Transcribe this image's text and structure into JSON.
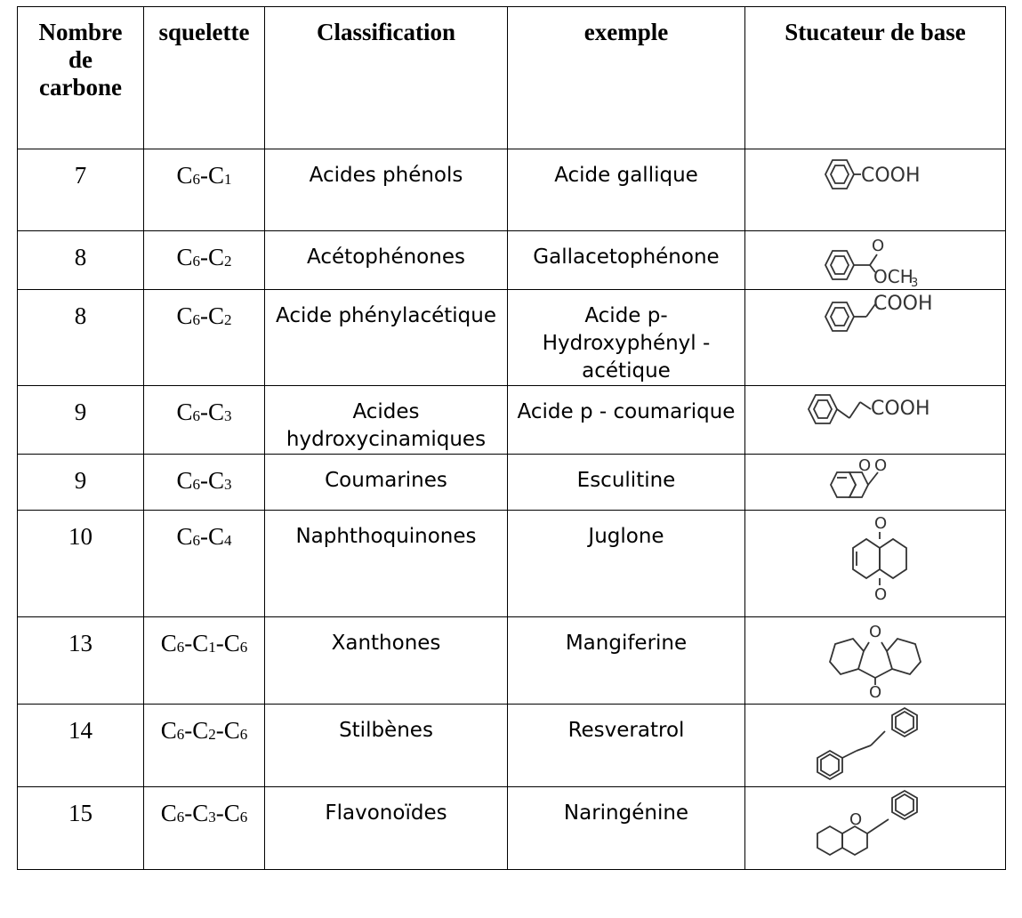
{
  "headers": {
    "carbon_count": "Nombre de carbone",
    "skeleton": "squelette",
    "classification": "Classification",
    "example": "exemple",
    "base_structure": "Stucateur de base"
  },
  "rows": [
    {
      "carbons": "7",
      "skeleton": [
        "6",
        "1"
      ],
      "classification": "Acides phénols",
      "example": "Acide gallique",
      "structure_icon": "benzoic-acid-structure-icon",
      "structure_label": "COOH"
    },
    {
      "carbons": "8",
      "skeleton": [
        "6",
        "2"
      ],
      "classification": "Acétophénones",
      "example": "Gallacetophénone",
      "structure_icon": "acetophenone-structure-icon",
      "structure_label": "OCH"
    },
    {
      "carbons": "8",
      "skeleton": [
        "6",
        "2"
      ],
      "classification": "Acide phénylacétique",
      "example": "Acide p-Hydroxyphényl - acétique",
      "structure_icon": "phenylacetic-acid-structure-icon",
      "structure_label": "COOH"
    },
    {
      "carbons": "9",
      "skeleton": [
        "6",
        "3"
      ],
      "classification": "Acides hydroxycinamiques",
      "example": "Acide p - coumarique",
      "structure_icon": "cinnamic-acid-structure-icon",
      "structure_label": "COOH"
    },
    {
      "carbons": "9",
      "skeleton": [
        "6",
        "3"
      ],
      "classification": "Coumarines",
      "example": "Esculitine",
      "structure_icon": "coumarin-structure-icon",
      "structure_label": "O"
    },
    {
      "carbons": "10",
      "skeleton": [
        "6",
        "4"
      ],
      "classification": "Naphthoquinones",
      "example": "Juglone",
      "structure_icon": "naphthoquinone-structure-icon",
      "structure_label": "O"
    },
    {
      "carbons": "13",
      "skeleton": [
        "6",
        "1",
        "6"
      ],
      "classification": "Xanthones",
      "example": "Mangiferine",
      "structure_icon": "xanthone-structure-icon",
      "structure_label": "O"
    },
    {
      "carbons": "14",
      "skeleton": [
        "6",
        "2",
        "6"
      ],
      "classification": "Stilbènes",
      "example": "Resveratrol",
      "structure_icon": "stilbene-structure-icon",
      "structure_label": ""
    },
    {
      "carbons": "15",
      "skeleton": [
        "6",
        "3",
        "6"
      ],
      "classification": "Flavonoïdes",
      "example": "Naringénine",
      "structure_icon": "flavanone-structure-icon",
      "structure_label": "O"
    }
  ]
}
